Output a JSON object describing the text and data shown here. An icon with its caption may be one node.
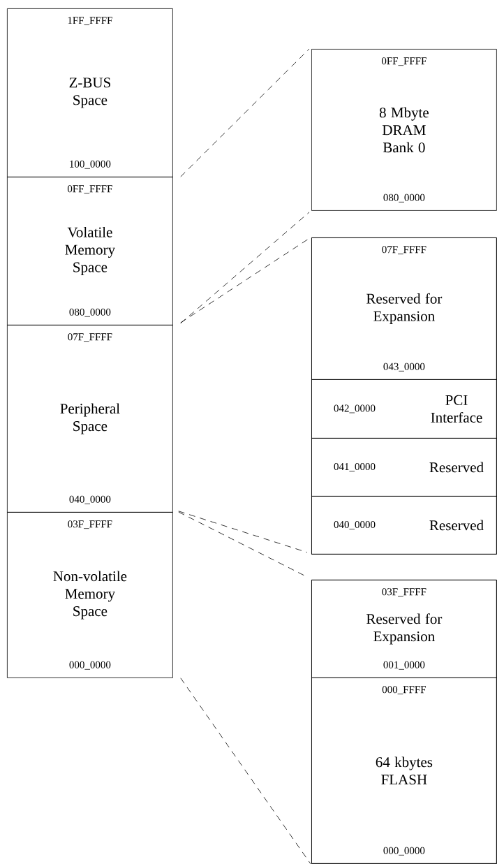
{
  "diagram": {
    "nodes": [
      {
        "text": [
          "1FF_FFFF",
          "Z-BUS Space",
          "100_0000"
        ]
      },
      {
        "text": [
          "0FF_FFFF",
          "Volatile Memory Space",
          "080_0000"
        ]
      },
      {
        "text": [
          "07F_FFFF",
          "Peripheral Space",
          "040_0000"
        ]
      },
      {
        "text": [
          "03F_FFFF",
          "Non-volatile Memory Space",
          "000_0000"
        ]
      },
      {
        "text": [
          "0FF_FFFF",
          "8 Mbyte DRAM Bank 0",
          "080_0000"
        ]
      },
      {
        "text": [],
        "shape": "box"
      },
      {
        "text": [
          "07F_FFFF",
          "Reserved for Expansion",
          "043_0000"
        ],
        "in": 5
      },
      {
        "text": [
          "042_0000",
          "PCI Interface"
        ],
        "in": 5
      },
      {
        "text": [
          "041_0000",
          "Reserved"
        ],
        "in": 5
      },
      {
        "text": [
          "040_0000",
          "Reserved"
        ],
        "in": 5
      },
      {
        "text": [],
        "shape": "box"
      },
      {
        "text": [
          "03F_FFFF",
          "Reserved for Expansion",
          "001_0000"
        ],
        "in": 10
      },
      {
        "text": [
          "000_FFFF",
          "64 kbytes FLASH",
          "000_0000"
        ],
        "in": 10
      }
    ],
    "edges": [
      {
        "from": 1,
        "to": 4,
        "arrow": "none",
        "style": "dashed"
      },
      {
        "from": 1,
        "to": 4,
        "arrow": "none",
        "style": "dashed"
      },
      {
        "from": 2,
        "to": 5,
        "arrow": "none",
        "style": "dashed"
      },
      {
        "from": 2,
        "to": 5,
        "arrow": "none",
        "style": "dashed"
      },
      {
        "from": 3,
        "to": 10,
        "arrow": "none",
        "style": "dashed"
      },
      {
        "from": 3,
        "to": 10,
        "arrow": "none",
        "style": "dashed"
      }
    ]
  }
}
